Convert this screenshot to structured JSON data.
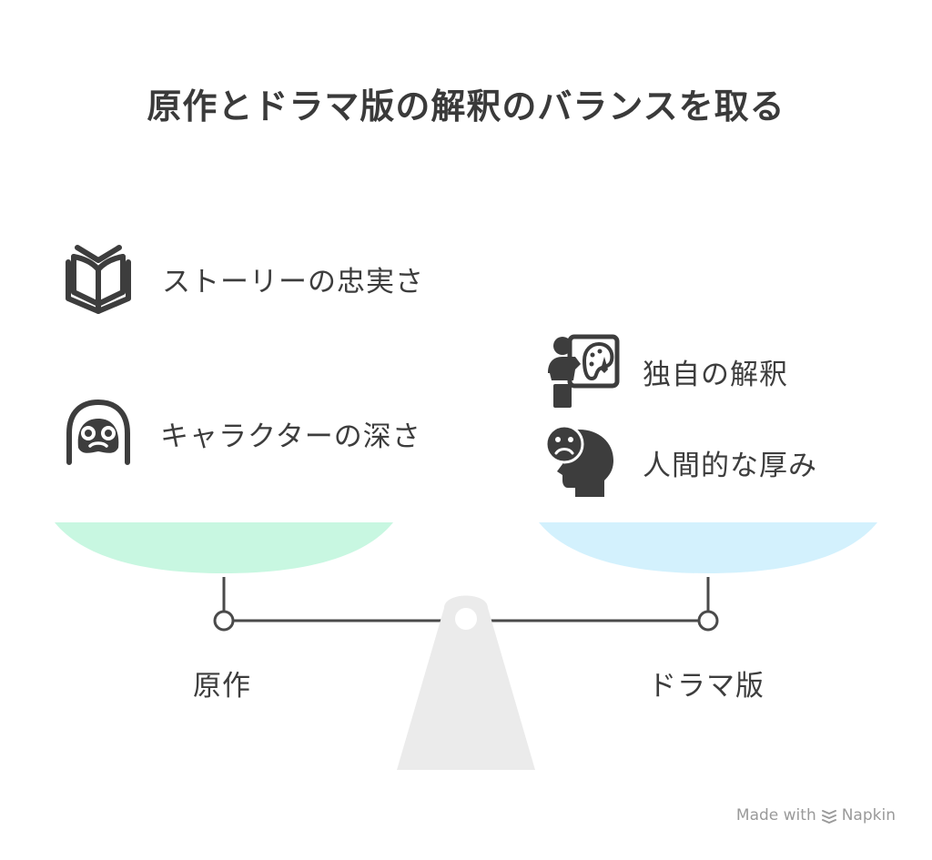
{
  "title": "原作とドラマ版の解釈のバランスを取る",
  "left_side": {
    "label": "原作",
    "color": "#c8f7e1",
    "items": [
      {
        "label": "ストーリーの忠実さ",
        "icon": "open-book-icon"
      },
      {
        "label": "キャラクターの深さ",
        "icon": "character-face-icon"
      }
    ]
  },
  "right_side": {
    "label": "ドラマ版",
    "color": "#d3f1fd",
    "items": [
      {
        "label": "独自の解釈",
        "icon": "artist-palette-icon"
      },
      {
        "label": "人間的な厚み",
        "icon": "sad-face-head-icon"
      }
    ]
  },
  "watermark": {
    "text": "Made with",
    "brand": "Napkin"
  }
}
